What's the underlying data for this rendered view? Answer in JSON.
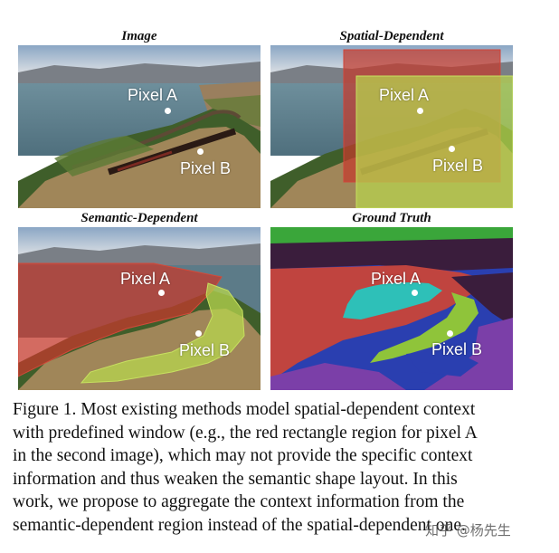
{
  "panels": [
    {
      "title": "Image",
      "pixel_a": "Pixel A",
      "pixel_b": "Pixel B"
    },
    {
      "title": "Spatial-Dependent",
      "pixel_a": "Pixel A",
      "pixel_b": "Pixel B"
    },
    {
      "title": "Semantic-Dependent",
      "pixel_a": "Pixel A",
      "pixel_b": "Pixel B"
    },
    {
      "title": "Ground Truth",
      "pixel_a": "Pixel A",
      "pixel_b": "Pixel B"
    }
  ],
  "caption": {
    "lines": [
      "Figure 1. Most existing methods model spatial-dependent context",
      "with predefined window (e.g., the red rectangle region for pixel A",
      "in the second image), which may not provide the specific context",
      "information and thus weaken the semantic shape layout.  In this",
      "work, we propose to aggregate the context information from the",
      "semantic-dependent region instead of the spatial-dependent one."
    ]
  },
  "watermark": "知乎 @杨先生",
  "colors": {
    "red_overlay": "#c43a2c",
    "green_overlay": "#a8d24a",
    "gt_purple": "#3a1d3c",
    "gt_red": "#c0443f",
    "gt_blue": "#2a3fb0",
    "gt_teal": "#2ec0b8",
    "gt_lime": "#8fc43a",
    "gt_violet": "#7b3fa8"
  }
}
